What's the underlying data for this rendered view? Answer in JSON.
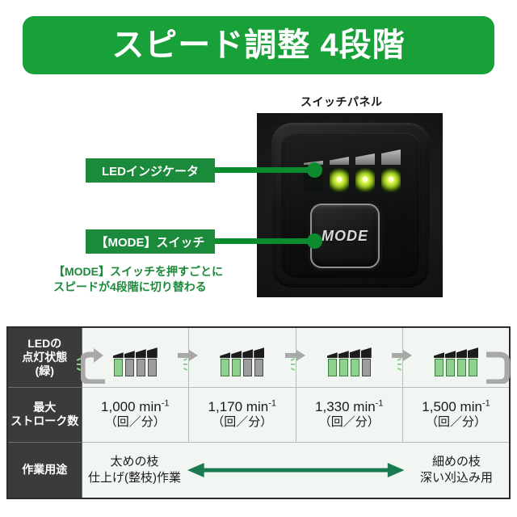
{
  "title": {
    "text": "スピード調整 4段階",
    "bg_color": "#17a138"
  },
  "photo": {
    "caption": "スイッチパネル",
    "mode_button_label": "MODE",
    "led_states": [
      false,
      true,
      true,
      true
    ]
  },
  "callouts": [
    {
      "label": "LEDインジケータ"
    },
    {
      "label": "【MODE】スイッチ"
    }
  ],
  "note": {
    "line1": "【MODE】スイッチを押すごとに",
    "line2": "スピードが4段階に切り替わる",
    "color": "#1b8a3a"
  },
  "table": {
    "row_headers": {
      "led": "LEDの\n点灯状態\n(緑)",
      "led_l1": "LEDの",
      "led_l2": "点灯状態",
      "led_l3": "(緑)",
      "stroke_l1": "最大",
      "stroke_l2": "ストローク数",
      "use": "作業用途"
    },
    "steps": [
      {
        "lit": 1,
        "stroke_value": "1,000 min",
        "stroke_exp": "-1",
        "stroke_unit": "（回／分）"
      },
      {
        "lit": 2,
        "stroke_value": "1,170 min",
        "stroke_exp": "-1",
        "stroke_unit": "（回／分）"
      },
      {
        "lit": 3,
        "stroke_value": "1,330 min",
        "stroke_exp": "-1",
        "stroke_unit": "（回／分）"
      },
      {
        "lit": 4,
        "stroke_value": "1,500 min",
        "stroke_exp": "-1",
        "stroke_unit": "（回／分）"
      }
    ],
    "use_row": {
      "left_l1": "太めの枝",
      "left_l2": "仕上げ(整枝)作業",
      "right_l1": "細めの枝",
      "right_l2": "深い刈込み用",
      "arrow_color": "#1a7a52"
    }
  }
}
